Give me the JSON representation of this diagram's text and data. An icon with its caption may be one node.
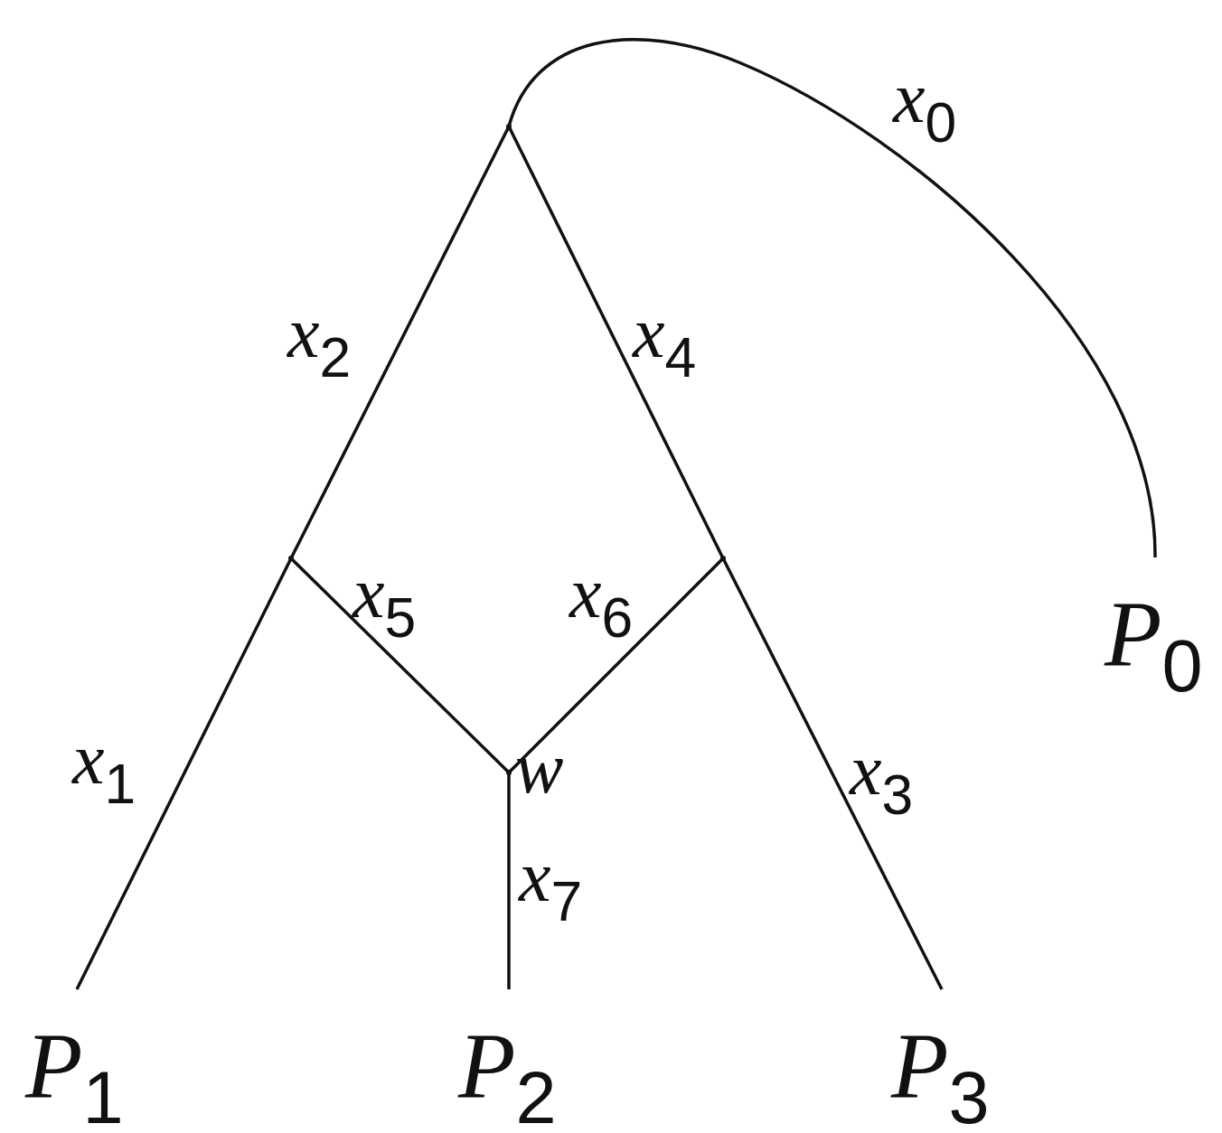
{
  "diagram": {
    "nodes": [
      {
        "text": [
          "*P*$_{0}$"
        ]
      },
      {
        "text": [
          "*P*$_{1}$"
        ]
      },
      {
        "text": [
          "*P*$_{2}$"
        ]
      },
      {
        "text": [
          "*P*$_{3}$"
        ]
      },
      {
        "text": [],
        "shape": "point"
      },
      {
        "text": [],
        "shape": "point"
      },
      {
        "text": [],
        "shape": "point"
      },
      {
        "text": [],
        "shape": "point",
        "beside": [
          "*w*"
        ]
      }
    ],
    "edges": [
      {
        "from": 4,
        "to": 0,
        "arrow": "none",
        "label": "*x*$_{0}$"
      },
      {
        "from": 5,
        "to": 1,
        "arrow": "none",
        "label": "*x*$_{1}$"
      },
      {
        "from": 4,
        "to": 5,
        "arrow": "none",
        "label": "*x*$_{2}$"
      },
      {
        "from": 6,
        "to": 3,
        "arrow": "none",
        "label": "*x*$_{3}$"
      },
      {
        "from": 4,
        "to": 6,
        "arrow": "none",
        "label": "*x*$_{4}$"
      },
      {
        "from": 5,
        "to": 7,
        "arrow": "none",
        "label": "*x*$_{5}$"
      },
      {
        "from": 6,
        "to": 7,
        "arrow": "none",
        "label": "*x*$_{6}$"
      },
      {
        "from": 7,
        "to": 2,
        "arrow": "none",
        "label": "*x*$_{7}$"
      }
    ]
  }
}
